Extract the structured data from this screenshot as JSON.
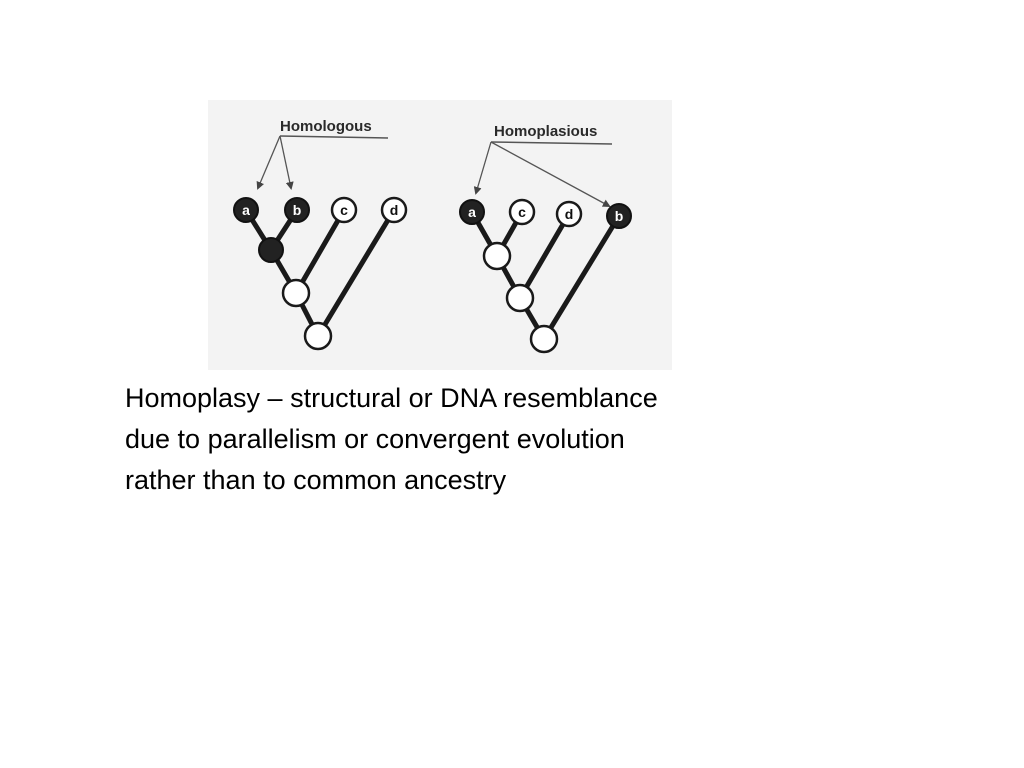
{
  "diagram": {
    "homologous": {
      "title": "Homologous",
      "leaves": [
        {
          "label": "a",
          "filled": true
        },
        {
          "label": "b",
          "filled": true
        },
        {
          "label": "c",
          "filled": false
        },
        {
          "label": "d",
          "filled": false
        }
      ]
    },
    "homoplasious": {
      "title": "Homoplasious",
      "leaves": [
        {
          "label": "a",
          "filled": true
        },
        {
          "label": "c",
          "filled": false
        },
        {
          "label": "d",
          "filled": false
        },
        {
          "label": "b",
          "filled": true
        }
      ]
    }
  },
  "caption": {
    "line1": "Homoplasy – structural or DNA resemblance",
    "line2": "due to parallelism or convergent evolution",
    "line3": "rather than to common ancestry"
  },
  "colors": {
    "filled_node": "#222222",
    "open_node": "#ffffff",
    "branch": "#1a1a1a",
    "figure_bg": "#f3f3f3"
  }
}
